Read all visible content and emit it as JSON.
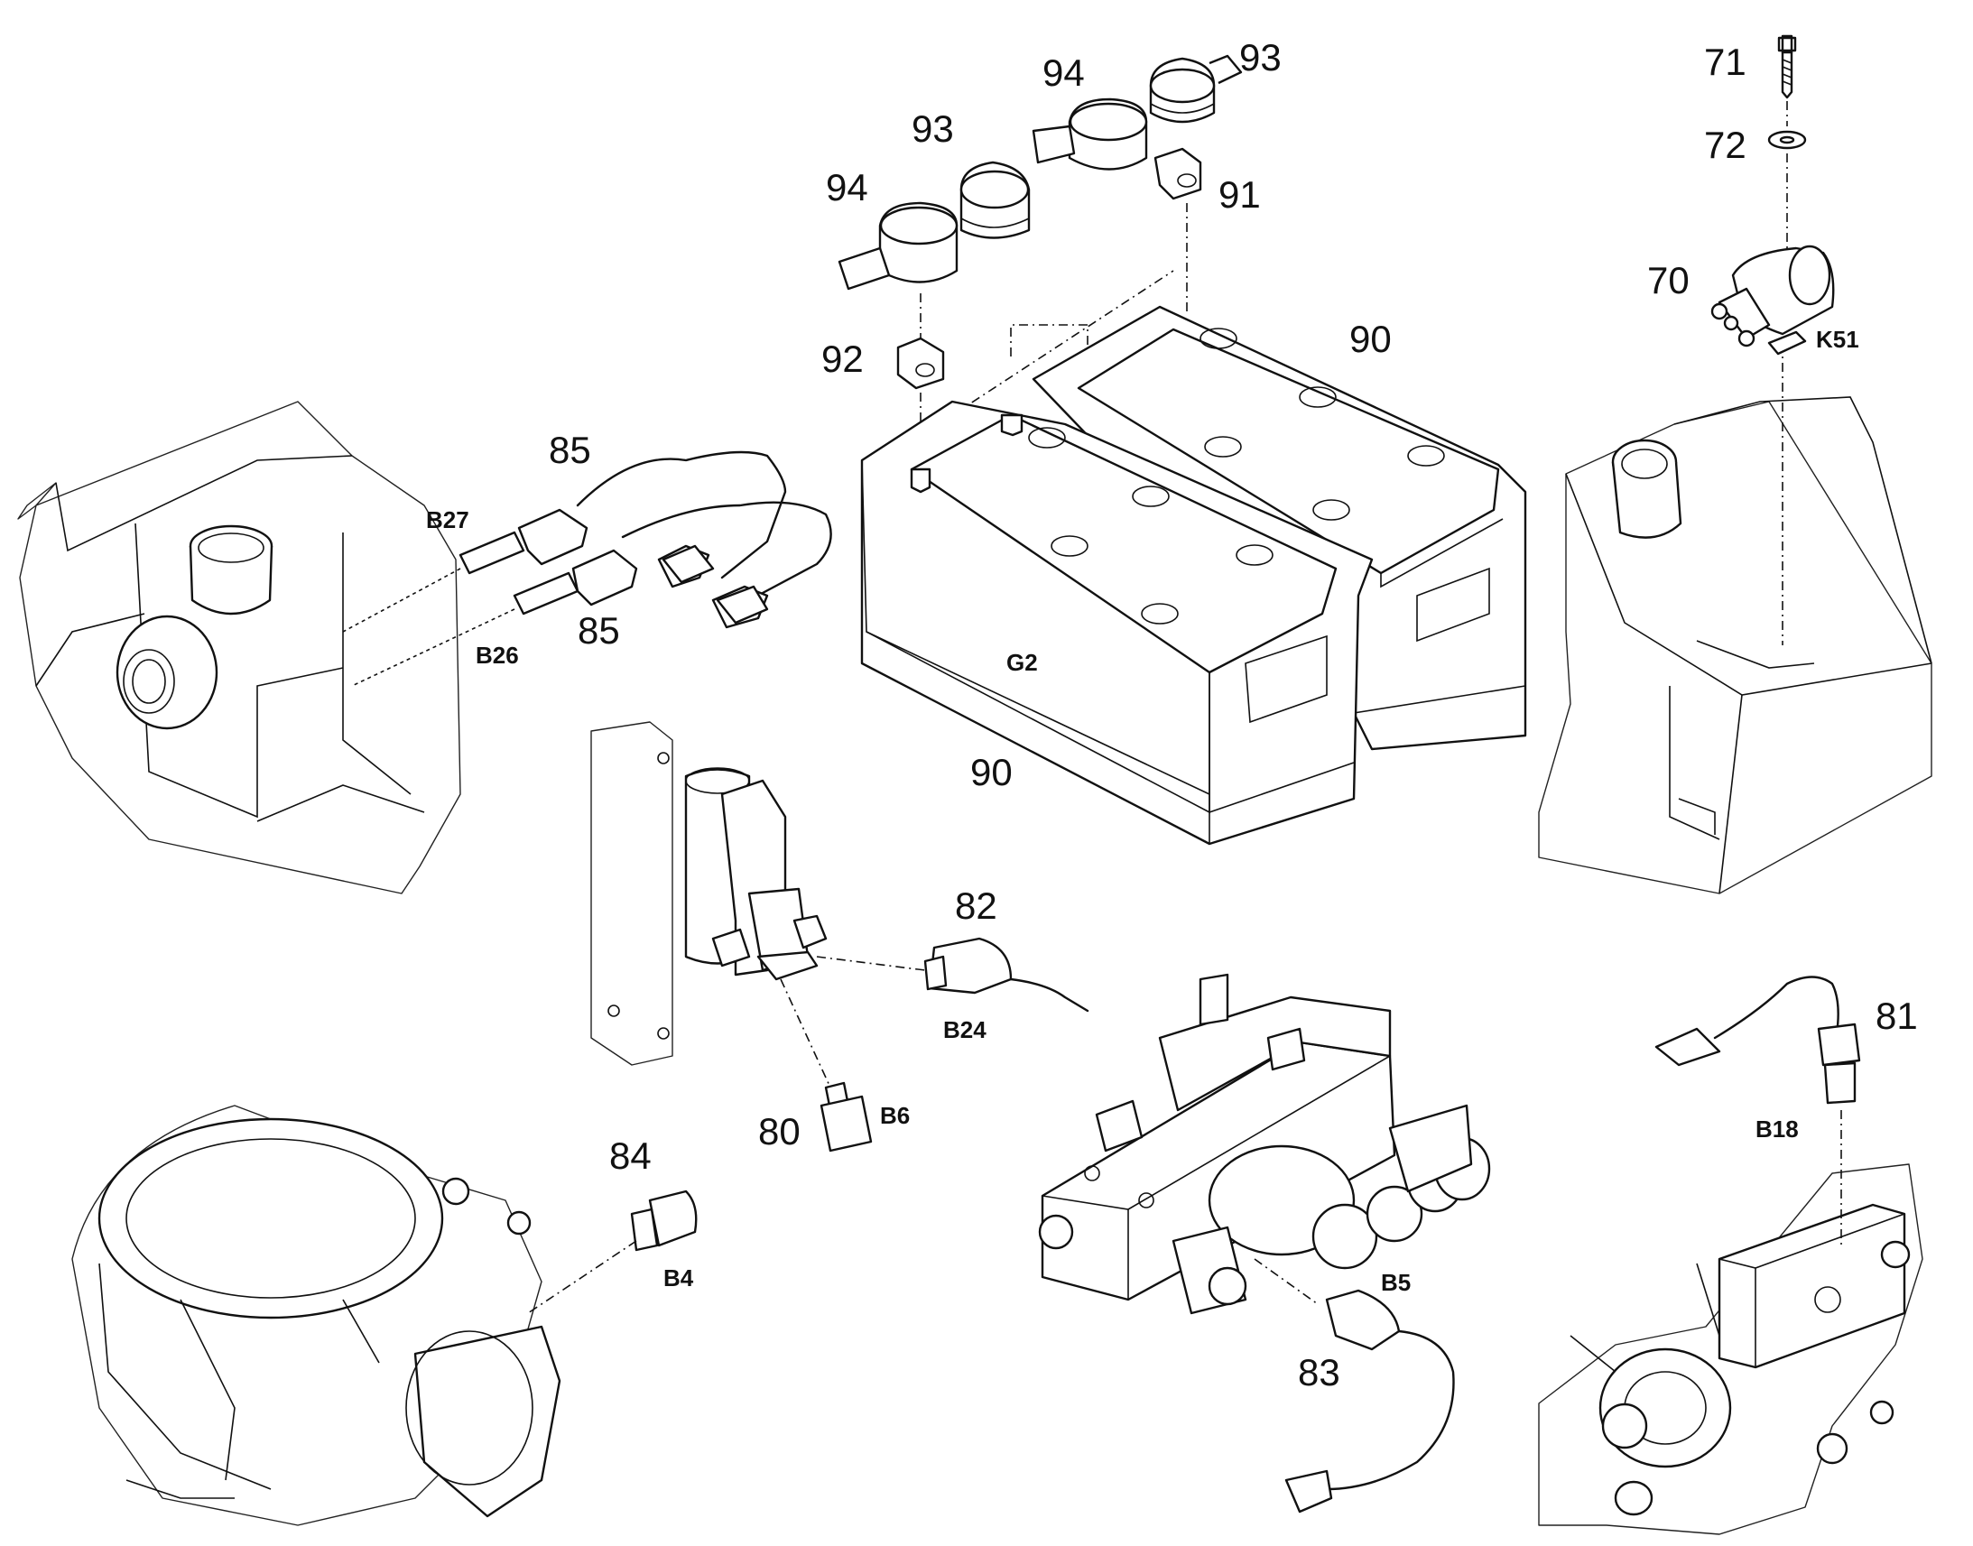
{
  "callouts": {
    "c71": "71",
    "c72": "72",
    "c70": "70",
    "c93a": "93",
    "c94a": "94",
    "c93b": "93",
    "c94b": "94",
    "c91": "91",
    "c92": "92",
    "c90a": "90",
    "c90b": "90",
    "c85a": "85",
    "c85b": "85",
    "c82": "82",
    "c81": "81",
    "c80": "80",
    "c84": "84",
    "c83": "83"
  },
  "codes": {
    "k51": "K51",
    "g2": "G2",
    "b27": "B27",
    "b26": "B26",
    "b24": "B24",
    "b6": "B6",
    "b4": "B4",
    "b5": "B5",
    "b18": "B18"
  }
}
